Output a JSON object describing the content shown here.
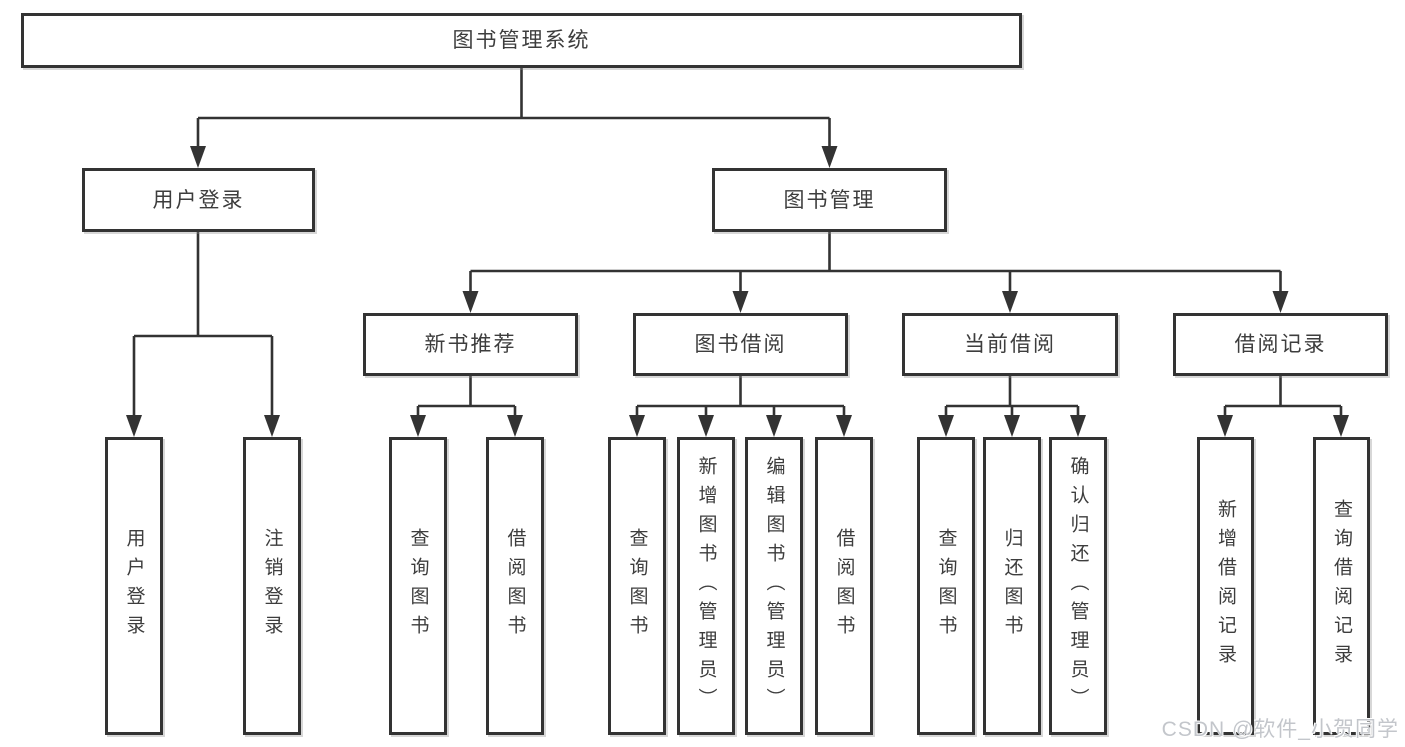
{
  "diagram": {
    "root": {
      "label": "图书管理系统"
    },
    "level2": [
      {
        "label": "用户登录"
      },
      {
        "label": "图书管理"
      }
    ],
    "level3": [
      {
        "label": "新书推荐"
      },
      {
        "label": "图书借阅"
      },
      {
        "label": "当前借阅"
      },
      {
        "label": "借阅记录"
      }
    ],
    "leaves": [
      {
        "parent": "用户登录",
        "label": "用户登录"
      },
      {
        "parent": "用户登录",
        "label": "注销登录"
      },
      {
        "parent": "新书推荐",
        "label": "查询图书"
      },
      {
        "parent": "新书推荐",
        "label": "借阅图书"
      },
      {
        "parent": "图书借阅",
        "label": "查询图书"
      },
      {
        "parent": "图书借阅",
        "label": "新增图书（管理员）"
      },
      {
        "parent": "图书借阅",
        "label": "编辑图书（管理员）"
      },
      {
        "parent": "图书借阅",
        "label": "借阅图书"
      },
      {
        "parent": "当前借阅",
        "label": "查询图书"
      },
      {
        "parent": "当前借阅",
        "label": "归还图书"
      },
      {
        "parent": "当前借阅",
        "label": "确认归还（管理员）"
      },
      {
        "parent": "借阅记录",
        "label": "新增借阅记录"
      },
      {
        "parent": "借阅记录",
        "label": "查询借阅记录"
      }
    ]
  },
  "watermark": {
    "text": "CSDN @软件_小贺同学"
  },
  "colors": {
    "line": "#333333",
    "text": "#3d3d3d",
    "background": "#ffffff",
    "watermark": "#c3c6cb"
  }
}
